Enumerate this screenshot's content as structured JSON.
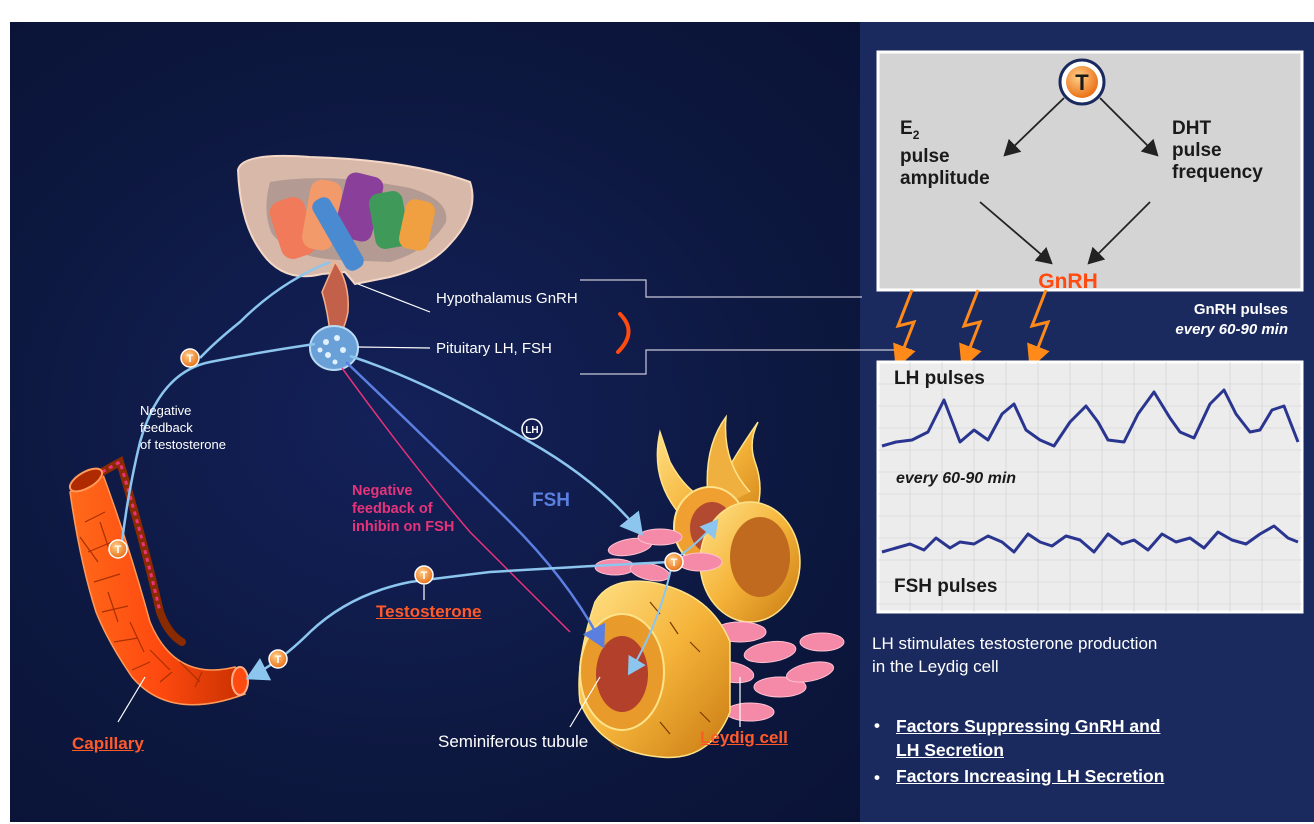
{
  "labels": {
    "hypothalamus": "Hypothalamus GnRH",
    "pituitary": "Pituitary LH, FSH",
    "negative_feedback_testosterone": [
      "Negative",
      "feedback",
      "of testosterone"
    ],
    "negative_feedback_inhibin": [
      "Negative",
      "feedback of",
      "inhibin on FSH"
    ],
    "lh_marker": "LH",
    "fsh": "FSH",
    "testosterone": "Testosterone",
    "capillary": "Capillary",
    "seminiferous": "Seminiferous tubule",
    "leydig": "Leydig cell",
    "t_marker": "T"
  },
  "top_box": {
    "t_symbol": "T",
    "e2_line1": "E",
    "e2_sub": "2",
    "e2_line2": "pulse",
    "e2_line3": "amplitude",
    "dht_line1": "DHT",
    "dht_line2": "pulse",
    "dht_line3": "frequency",
    "gnrh": "GnRH"
  },
  "gnrh_pulses": {
    "title": "GnRH pulses",
    "interval": "every 60-90 min"
  },
  "pulse_box": {
    "lh_title": "LH pulses",
    "lh_interval": "every 60-90 min",
    "fsh_title": "FSH pulses"
  },
  "panel": {
    "description_line1": "LH stimulates testosterone production",
    "description_line2": "in the Leydig cell",
    "links": [
      {
        "bullet": "•",
        "line1": "Factors Suppressing GnRH and",
        "line2": "LH Secretion"
      },
      {
        "bullet": "•",
        "line1": "Factors Increasing LH Secretion"
      }
    ]
  },
  "colors": {
    "background": "#0e1a47",
    "panel": "#1a2a5e",
    "box": "#d4d4d4",
    "link_orange": "#ff5a2a",
    "feedback_red": "#e8337a",
    "fsh_blue": "#5b7fe0",
    "arrow_lightblue": "#8cc6ef",
    "pulse_line": "#2a3590",
    "bolt_orange": "#ff8a1a"
  },
  "icons": [
    "t-hormone-icon",
    "lightning-bolt-icon",
    "arrow-icon"
  ]
}
